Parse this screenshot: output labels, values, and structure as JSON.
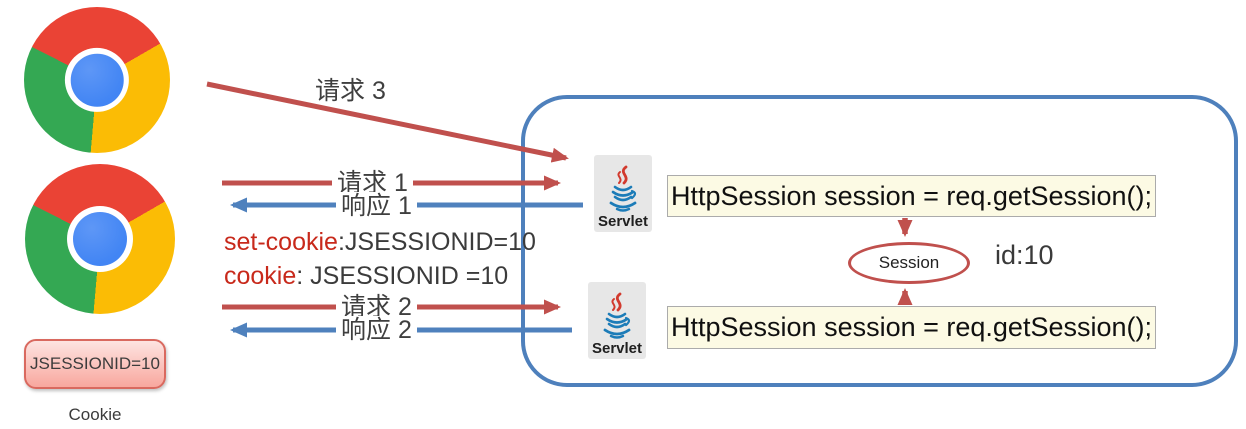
{
  "diagram": {
    "description": "HTTP session and cookie flow between a Chrome browser and Java Servlets"
  },
  "colors": {
    "request_arrow_red": "#C0504D",
    "response_arrow_blue": "#4F81BD",
    "server_container_border": "#4E80BC",
    "code_box_bg": "#FCFAE4",
    "code_box_border": "#ABABAB",
    "session_ellipse_border": "#C0504D",
    "cookie_box_border": "#D9695F",
    "cookie_box_bg": "#F8A79E",
    "header_key_red": "#C8291B",
    "text_dark": "#3b3b3b"
  },
  "icons": {
    "browser": "chrome-logo",
    "server": "java-servlet-logo"
  },
  "flows": {
    "request3": "请求 3",
    "request1": "请求 1",
    "response1": "响应 1",
    "request2": "请求 2",
    "response2": "响应 2"
  },
  "cookie_headers": {
    "set_cookie_key": "set-cookie",
    "set_cookie_rest": ":JSESSIONID=10",
    "cookie_key": "cookie",
    "cookie_rest": ": JSESSIONID =10"
  },
  "client_cookie": {
    "value": "JSESSIONID=10",
    "caption": "Cookie"
  },
  "server": {
    "servlet1_label": "Servlet",
    "servlet2_label": "Servlet",
    "code1": "HttpSession session = req.getSession();",
    "code2": "HttpSession session = req.getSession();",
    "session_label": "Session",
    "session_id": "id:10"
  }
}
